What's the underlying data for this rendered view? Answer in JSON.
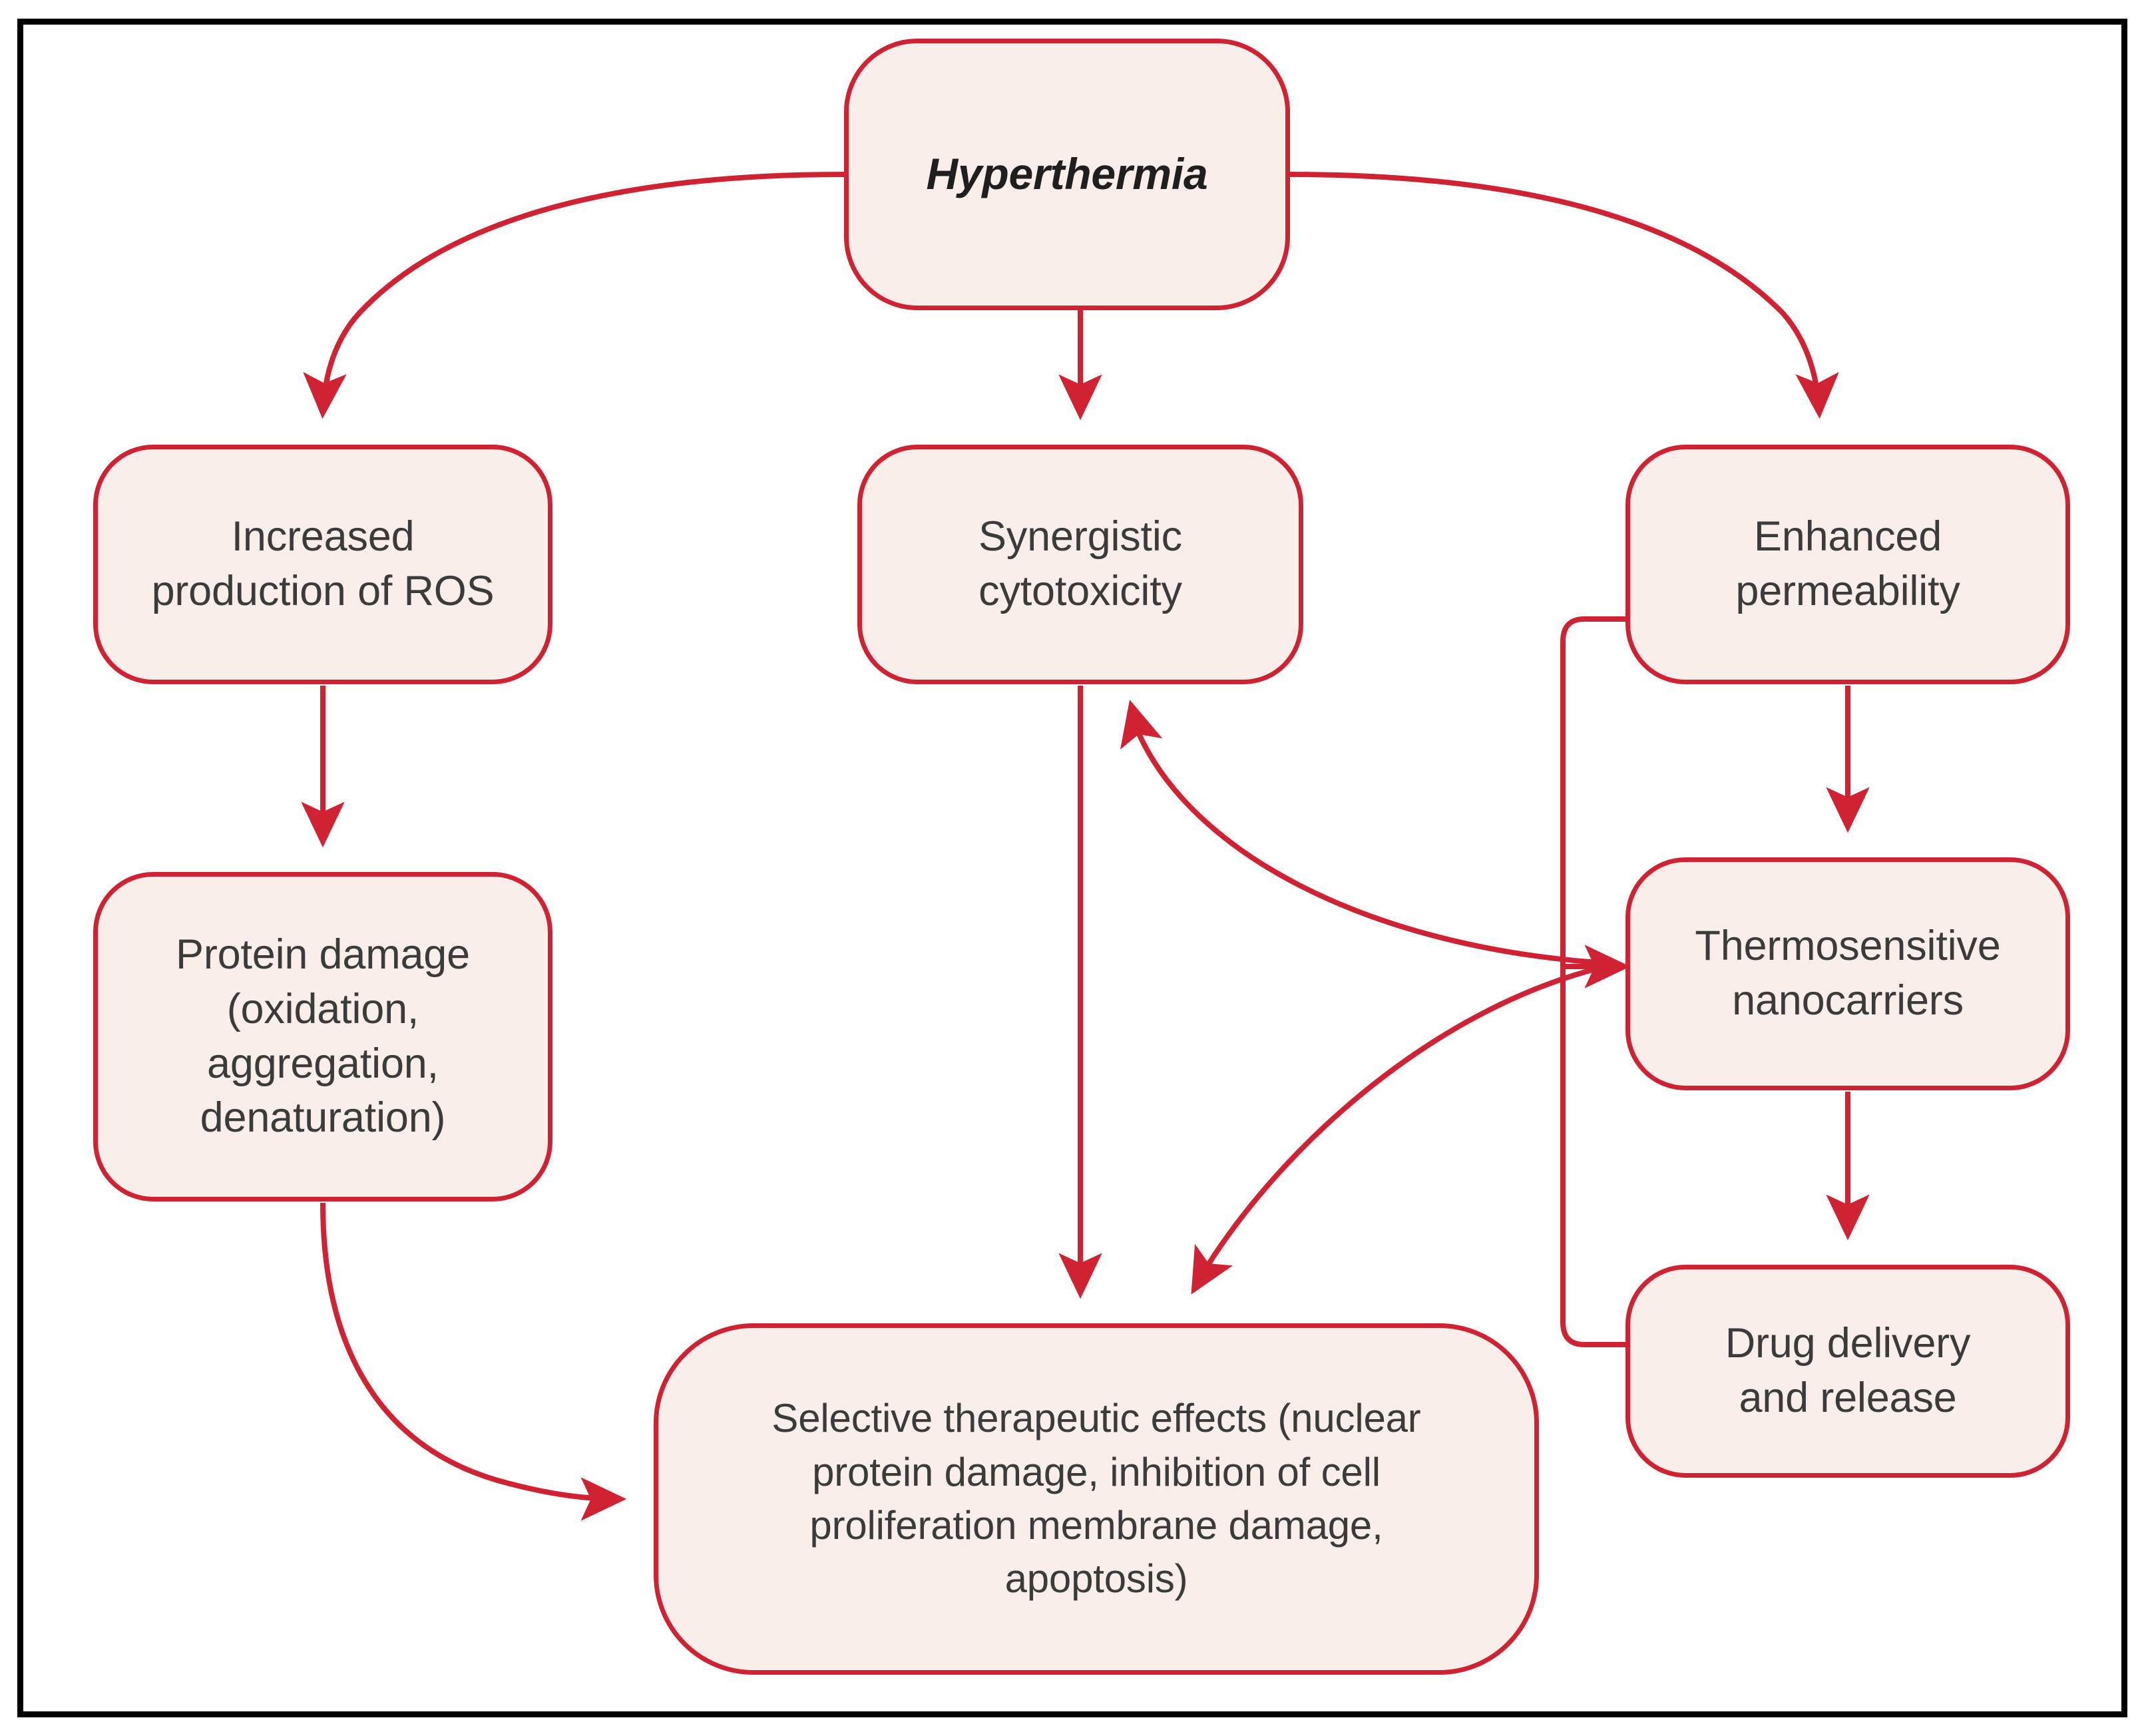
{
  "figure": {
    "type": "flowchart",
    "orientation": "top-down",
    "frame_border_color": "#000000",
    "background_color": "#ffffff"
  },
  "style": {
    "node_fill": "#faeeea",
    "node_stroke": "#cf2232",
    "edge_color": "#cf2232",
    "text_color": "#3b3b3b",
    "root_text_color": "#1f1f1f"
  },
  "nodes": [
    {
      "id": "hyperthermia",
      "label": "Hyperthermia",
      "emphasis": "bold-italic"
    },
    {
      "id": "ros",
      "label": "Increased\nproduction of ROS",
      "emphasis": "normal"
    },
    {
      "id": "protein",
      "label": "Protein damage\n(oxidation,\naggregation,\ndenaturation)",
      "emphasis": "normal"
    },
    {
      "id": "synergy",
      "label": "Synergistic\ncytotoxicity",
      "emphasis": "normal"
    },
    {
      "id": "permeability",
      "label": "Enhanced\npermeability",
      "emphasis": "normal"
    },
    {
      "id": "nano",
      "label": "Thermosensitive\nnanocarriers",
      "emphasis": "normal"
    },
    {
      "id": "drug",
      "label": "Drug delivery\nand release",
      "emphasis": "normal"
    },
    {
      "id": "selective",
      "label": "Selective therapeutic effects (nuclear\nprotein damage, inhibition of cell\nproliferation membrane damage,\napoptosis)",
      "emphasis": "normal"
    }
  ],
  "edges": [
    {
      "id": "e1",
      "from": "hyperthermia",
      "to": "ros",
      "shape": "curve",
      "arrow": "to"
    },
    {
      "id": "e2",
      "from": "hyperthermia",
      "to": "synergy",
      "shape": "straight",
      "arrow": "to"
    },
    {
      "id": "e3",
      "from": "hyperthermia",
      "to": "permeability",
      "shape": "curve",
      "arrow": "to"
    },
    {
      "id": "e4",
      "from": "ros",
      "to": "protein",
      "shape": "straight",
      "arrow": "to"
    },
    {
      "id": "e5",
      "from": "protein",
      "to": "selective",
      "shape": "curve",
      "arrow": "to"
    },
    {
      "id": "e6",
      "from": "synergy",
      "to": "selective",
      "shape": "straight",
      "arrow": "to"
    },
    {
      "id": "e7",
      "from": "permeability",
      "to": "nano",
      "shape": "straight",
      "arrow": "to"
    },
    {
      "id": "e8",
      "from": "nano",
      "to": "drug",
      "shape": "straight",
      "arrow": "to"
    },
    {
      "id": "e9",
      "from": "permeability",
      "to": "nano",
      "shape": "bracket-left",
      "arrow": "to",
      "note": "left bracket rail from permeability down past nanocarriers to drug delivery"
    },
    {
      "id": "e10",
      "from": "nano",
      "to": "synergy",
      "shape": "curve",
      "arrow": "to"
    },
    {
      "id": "e11",
      "from": "nano",
      "to": "selective",
      "shape": "curve",
      "arrow": "to"
    },
    {
      "id": "e12",
      "from": "drug",
      "to": "nano",
      "shape": "bracket-left",
      "arrow": "to"
    }
  ]
}
